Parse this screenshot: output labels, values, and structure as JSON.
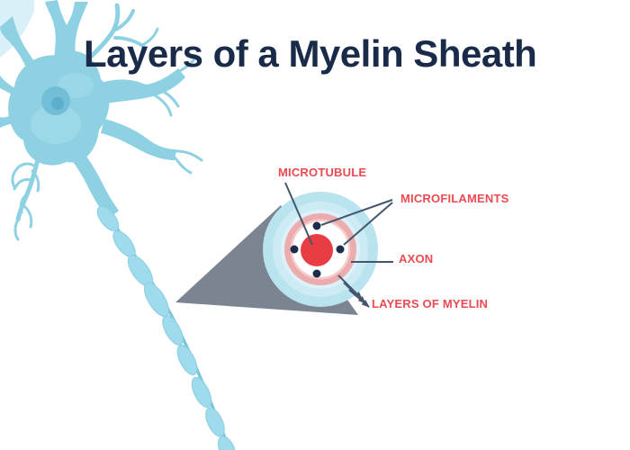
{
  "title": "Layers of a Myelin Sheath",
  "labels": {
    "microtubule": "MICROTUBULE",
    "microfilaments": "MICROFILAMENTS",
    "axon": "AXON",
    "layers_of_myelin": "LAYERS OF MYELIN"
  },
  "colors": {
    "background": "#ffffff",
    "title_navy": "#192b49",
    "label_red": "#ea4a52",
    "pointer_slate": "#44566c",
    "dot_navy": "#1c2c4a",
    "axon_core_red": "#e93c43",
    "membrane_pink": "#ecabad",
    "membrane_pink_light": "#f5cbcc",
    "axon_interior_white": "#ffffff",
    "myelin_outer_blue": "#b9e3ef",
    "myelin_mid_blue": "#cdebf4",
    "myelin_inner_blue": "#ddf2f8",
    "neuron_blue": "#8ed1e3",
    "neuron_blue_light": "#a9deee",
    "nucleus_blue": "#72bed6",
    "nucleus_core_blue": "#5caecb",
    "axon_fiber_blue": "#7cc5da",
    "myelin_bead_blue": "#a0dbed",
    "cone_gray": "#7b8591"
  }
}
